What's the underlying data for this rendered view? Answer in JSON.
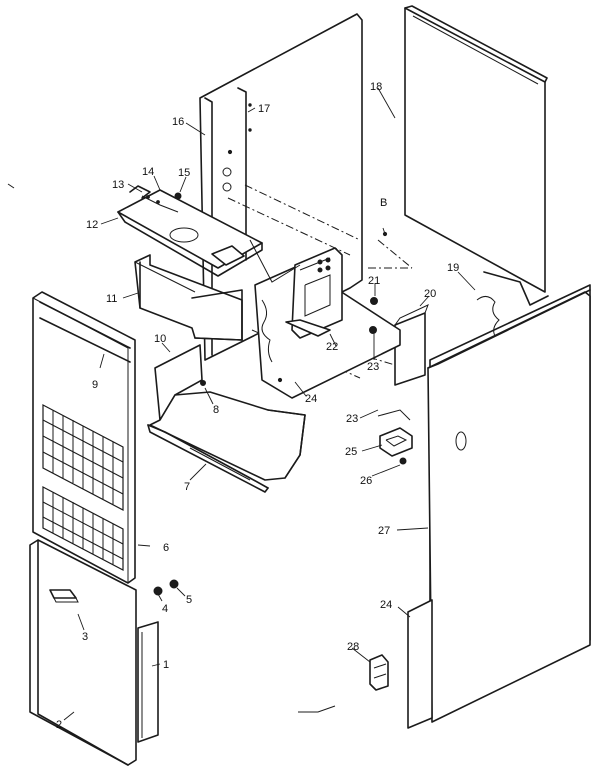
{
  "diagram": {
    "callouts": [
      "1",
      "2",
      "3",
      "4",
      "5",
      "6",
      "7",
      "8",
      "9",
      "10",
      "11",
      "12",
      "13",
      "14",
      "15",
      "16",
      "17",
      "18",
      "19",
      "20",
      "21",
      "22",
      "23",
      "23",
      "24",
      "24",
      "25",
      "26",
      "27",
      "28",
      "B"
    ],
    "labels": {
      "c1": "1",
      "c2": "2",
      "c3": "3",
      "c4": "4",
      "c5": "5",
      "c6": "6",
      "c7": "7",
      "c8": "8",
      "c9": "9",
      "c10": "10",
      "c11": "11",
      "c12": "12",
      "c13": "13",
      "c14": "14",
      "c15": "15",
      "c16": "16",
      "c17": "17",
      "c18": "18",
      "c19": "19",
      "c20": "20",
      "c21": "21",
      "c22": "22",
      "c23a": "23",
      "c23b": "23",
      "c24a": "24",
      "c24b": "24",
      "c25": "25",
      "c26": "26",
      "c27": "27",
      "c28": "28",
      "cB": "B"
    }
  }
}
